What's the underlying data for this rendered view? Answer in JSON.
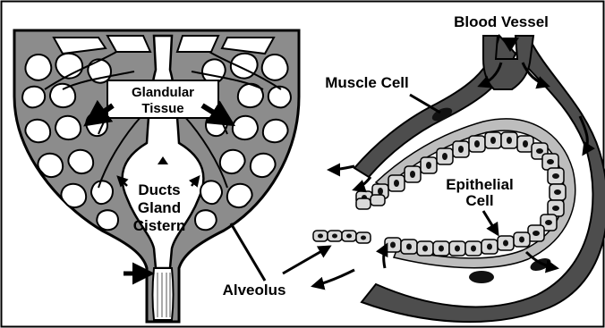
{
  "labels": {
    "glandular_line1": "Glandular",
    "glandular_line2": "Tissue",
    "ducts": "Ducts",
    "gland": "Gland",
    "cistern": "Cistern",
    "alveolus": "Alveolus",
    "blood_vessel": "Blood Vessel",
    "muscle_cell": "Muscle Cell",
    "epithelial_line1": "Epithelial",
    "epithelial_line2": "Cell"
  },
  "colors": {
    "tissue_gray": "#8c8c8c",
    "vessel_dark": "#4d4d4d",
    "cell_fill": "#d9d9d9",
    "nucleus": "#111111",
    "outline": "#000000",
    "background": "#ffffff"
  }
}
